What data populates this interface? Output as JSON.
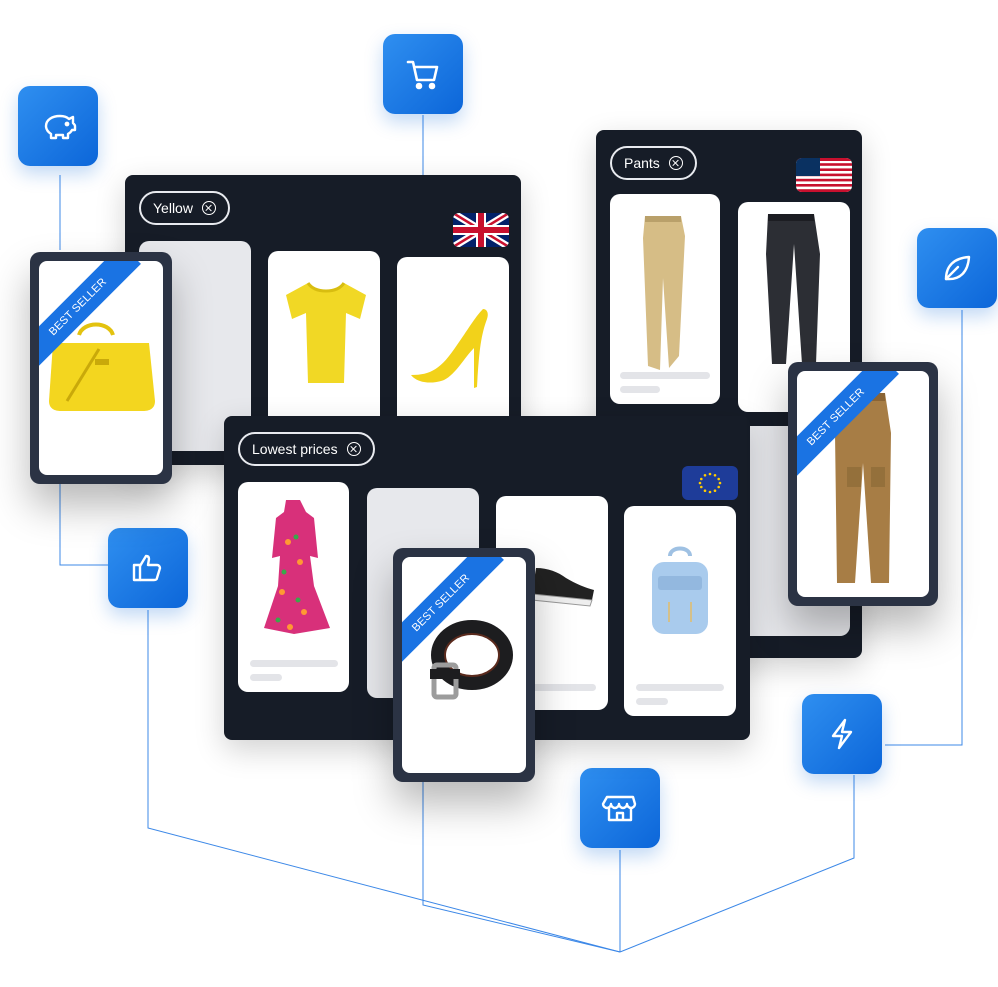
{
  "colors": {
    "accent": "#1a73e3",
    "panel": "#161c27",
    "card": "#ffffff"
  },
  "panels": {
    "yellow": {
      "filter_label": "Yellow",
      "flag": "uk-flag"
    },
    "pants": {
      "filter_label": "Pants",
      "flag": "us-flag"
    },
    "lowest": {
      "filter_label": "Lowest prices",
      "flag": "eu-flag"
    }
  },
  "best_seller": {
    "label": "BEST SELLER"
  },
  "icons": [
    "piggy-bank-icon",
    "cart-icon",
    "leaf-icon",
    "thumbs-up-icon",
    "lightning-icon",
    "store-icon"
  ]
}
